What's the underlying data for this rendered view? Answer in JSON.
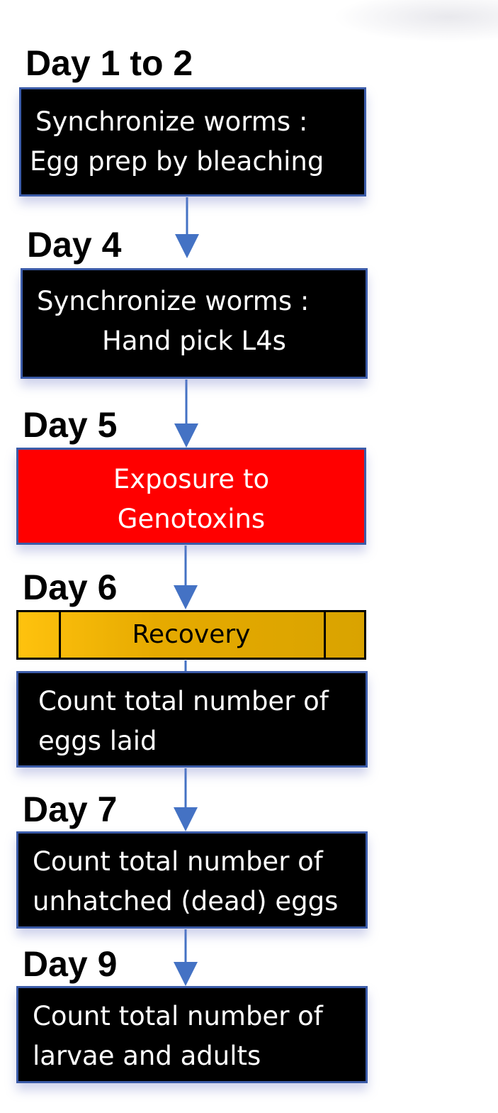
{
  "colors": {
    "box_fill": "#000000",
    "box_border": "#3b5ba8",
    "exposure_fill": "#ff0000",
    "recovery_fill": "#ffc20e",
    "arrow": "#4472c4",
    "text_light": "#ffffff",
    "text_dark": "#000000"
  },
  "steps": [
    {
      "day": "Day 1 to 2",
      "lines": [
        "Synchronize worms :",
        "Egg prep by bleaching"
      ]
    },
    {
      "day": "Day 4",
      "lines": [
        "Synchronize worms :",
        "Hand pick L4s"
      ]
    },
    {
      "day": "Day 5",
      "lines": [
        "Exposure to",
        "Genotoxins"
      ]
    },
    {
      "day": "Day 6",
      "recovery": "Recovery",
      "lines": [
        "Count total number of",
        "eggs laid"
      ]
    },
    {
      "day": "Day 7",
      "lines": [
        "Count total number of",
        "unhatched (dead) eggs"
      ]
    },
    {
      "day": "Day 9",
      "lines": [
        "Count total number of",
        "larvae and adults"
      ]
    }
  ]
}
